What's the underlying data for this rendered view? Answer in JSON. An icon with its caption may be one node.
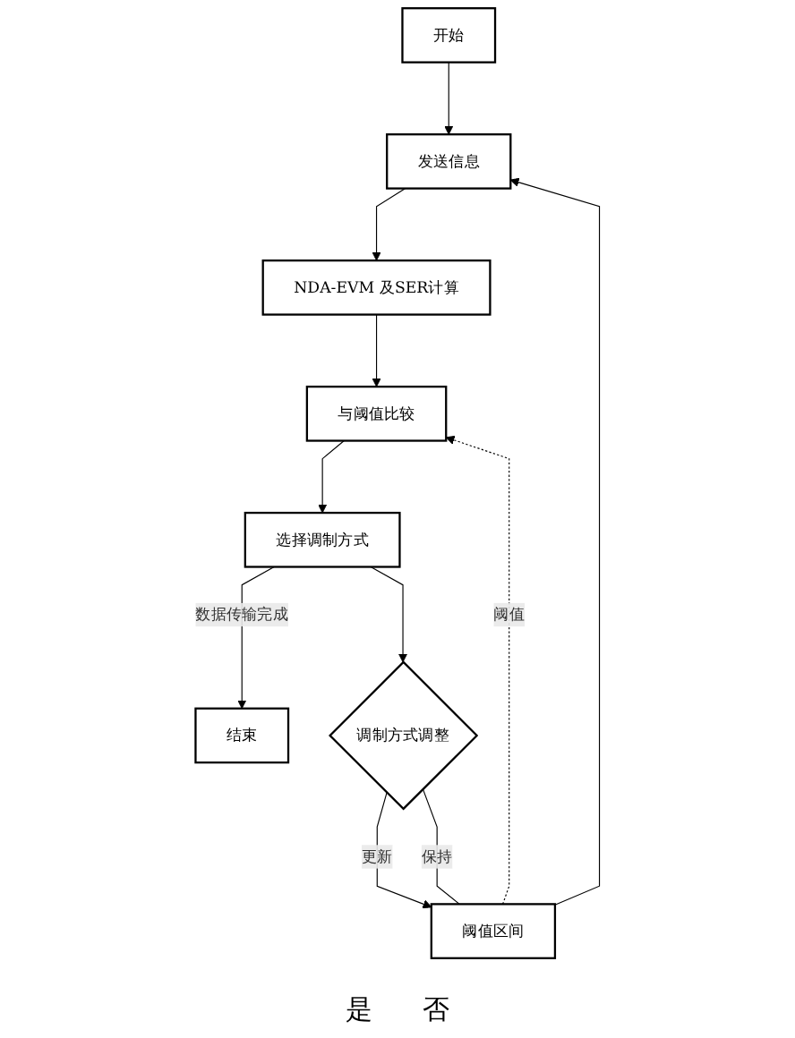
{
  "diagram": {
    "nodes": [
      {
        "text": [
          "开始"
        ]
      },
      {
        "text": [
          "发送信息"
        ]
      },
      {
        "text": [
          "NDA-EVM 及SER计算"
        ]
      },
      {
        "text": [
          "与阈值比较"
        ]
      },
      {
        "text": [
          "选择调制方式"
        ]
      },
      {
        "text": [
          "结束"
        ]
      },
      {
        "text": [
          "阈值区间"
        ]
      },
      {
        "text": [
          "调制方式调整"
        ]
      }
    ],
    "edges": [
      {
        "from": 0,
        "to": 1,
        "arrow": "to"
      },
      {
        "from": 1,
        "to": 2,
        "arrow": "to"
      },
      {
        "from": 2,
        "to": 3,
        "arrow": "to"
      },
      {
        "from": 3,
        "to": 4,
        "arrow": "to"
      },
      {
        "from": 4,
        "to": 5,
        "arrow": "to",
        "label": "数据传输完成"
      },
      {
        "from": 4,
        "to": 7,
        "arrow": "to"
      },
      {
        "from": 7,
        "to": 6,
        "arrow": "to",
        "label": "更新"
      },
      {
        "from": 7,
        "to": 6,
        "arrow": "none",
        "label": "保持"
      },
      {
        "from": 6,
        "to": 1,
        "arrow": "to"
      },
      {
        "from": 6,
        "to": 3,
        "arrow": "to",
        "style": "dashed",
        "label": "阈值"
      }
    ],
    "labels": [
      "是",
      "否"
    ]
  }
}
